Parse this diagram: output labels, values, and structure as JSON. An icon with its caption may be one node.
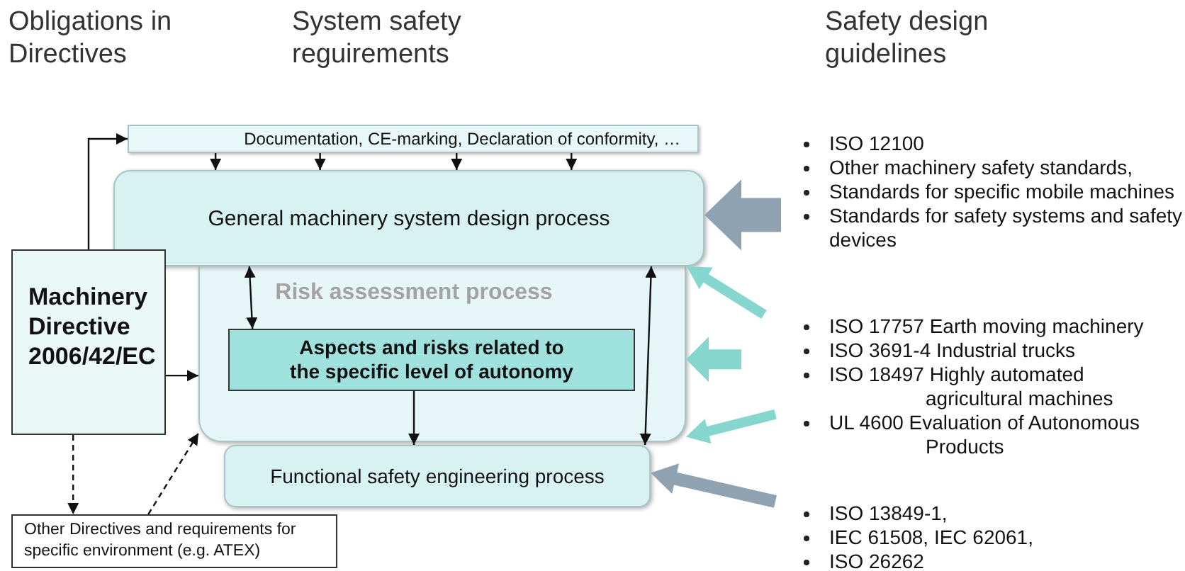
{
  "diagram": {
    "nodes": [
      {
        "text": [
          "Documentation, CE-marking, Declaration of conformity, …"
        ]
      },
      {
        "text": [
          "General machinery system design process"
        ]
      },
      {
        "text": [
          "Risk assessment process"
        ]
      },
      {
        "text": [
          "Aspects and risks related to the specific level of autonomy"
        ],
        "in": 2
      },
      {
        "text": [
          "Functional safety engineering process"
        ]
      },
      {
        "text": [
          "Machinery Directive 2006/42/EC"
        ]
      },
      {
        "text": [
          "Other Directives and requirements for specific environment (e.g. ATEX)"
        ]
      },
      {
        "text": [
          "ISO 12100",
          "Other machinery safety standards,",
          "Standards for specific mobile machines",
          "Standards for safety systems and safety devices"
        ]
      },
      {
        "text": [
          "ISO 17757 Earth moving machinery",
          "ISO 3691-4 Industrial trucks",
          "ISO 18497 Highly automated agricultural machines",
          "UL 4600 Evaluation of Autonomous Products"
        ]
      },
      {
        "text": [
          "ISO 13849-1,",
          "IEC 61508, IEC 62061,",
          "ISO 26262"
        ]
      }
    ],
    "edges": [
      {
        "from": 5,
        "to": 0,
        "arrow": "to"
      },
      {
        "from": 0,
        "to": 1,
        "arrow": "to"
      },
      {
        "from": 0,
        "to": 1,
        "arrow": "to"
      },
      {
        "from": 0,
        "to": 1,
        "arrow": "to"
      },
      {
        "from": 0,
        "to": 1,
        "arrow": "to"
      },
      {
        "from": 1,
        "to": 3,
        "arrow": "both"
      },
      {
        "from": 4,
        "to": 1,
        "arrow": "both"
      },
      {
        "from": 3,
        "to": 4,
        "arrow": "to"
      },
      {
        "from": 5,
        "to": 2,
        "arrow": "to"
      },
      {
        "from": 5,
        "to": 6,
        "arrow": "to",
        "style": "dashed"
      },
      {
        "from": 6,
        "to": 2,
        "arrow": "to",
        "style": "dashed"
      },
      {
        "from": 7,
        "to": 1,
        "arrow": "to",
        "style": "thick",
        "color": "#8fa2b2"
      },
      {
        "from": 8,
        "to": 1,
        "arrow": "to",
        "style": "thick",
        "color": "#86d6d0"
      },
      {
        "from": 8,
        "to": 2,
        "arrow": "to",
        "style": "thick",
        "color": "#86d6d0"
      },
      {
        "from": 8,
        "to": 2,
        "arrow": "to",
        "style": "thick",
        "color": "#86d6d0"
      },
      {
        "from": 9,
        "to": 4,
        "arrow": "to",
        "style": "thick",
        "color": "#8fa2b2"
      }
    ],
    "labels": [
      "Obligations in Directives",
      "System safety reguirements",
      "Safety design guidelines"
    ]
  }
}
